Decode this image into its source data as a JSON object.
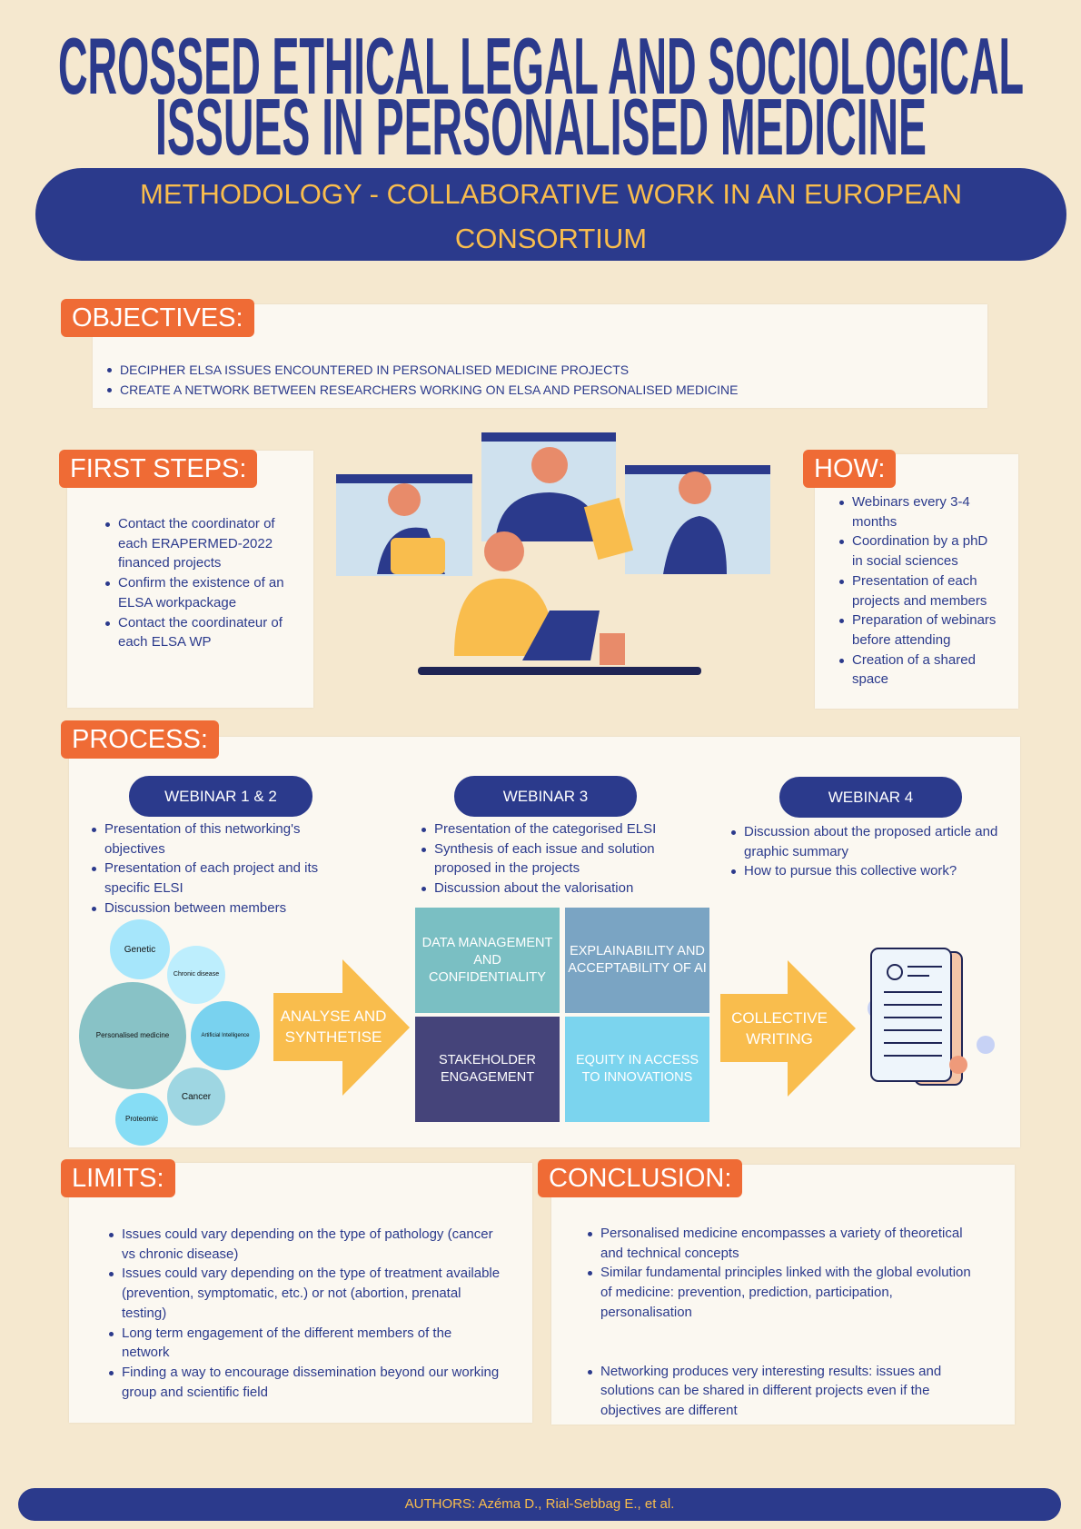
{
  "title": {
    "line1": "CROSSED ETHICAL LEGAL AND SOCIOLOGICAL",
    "line2": "ISSUES IN PERSONALISED MEDICINE"
  },
  "subtitle": {
    "line1": "METHODOLOGY - COLLABORATIVE WORK IN AN EUROPEAN",
    "line2": "CONSORTIUM"
  },
  "objectives": {
    "heading": "OBJECTIVES:",
    "items": [
      "DECIPHER ELSA ISSUES ENCOUNTERED IN PERSONALISED MEDICINE PROJECTS",
      "CREATE A NETWORK BETWEEN RESEARCHERS WORKING ON ELSA AND PERSONALISED MEDICINE"
    ]
  },
  "first_steps": {
    "heading": "FIRST STEPS:",
    "items": [
      "Contact the coordinator of each ERAPERMED-2022 financed projects",
      "Confirm the existence of an ELSA workpackage",
      "Contact the coordinateur of each ELSA WP"
    ]
  },
  "how": {
    "heading": "HOW:",
    "items": [
      "Webinars every 3-4 months",
      "Coordination by a phD in social sciences",
      "Presentation of each projects and members",
      "Preparation of webinars before attending",
      "Creation of a shared space"
    ]
  },
  "process": {
    "heading": "PROCESS:",
    "webinars": [
      {
        "label": "WEBINAR 1 & 2",
        "items": [
          "Presentation of this networking's objectives",
          "Presentation of each project and its specific ELSI",
          "Discussion between members"
        ]
      },
      {
        "label": "WEBINAR 3",
        "items": [
          "Presentation of the categorised ELSI",
          "Synthesis of each issue and solution proposed in the projects",
          "Discussion about the valorisation"
        ]
      },
      {
        "label": "WEBINAR 4",
        "items": [
          "Discussion about the proposed article and graphic summary",
          "How to pursue this collective work?"
        ]
      }
    ],
    "circles": [
      "Genetic",
      "Chronic disease",
      "Personalised medicine",
      "Artificial Intelligence",
      "Cancer",
      "Proteomic"
    ],
    "arrow1": "ANALYSE AND SYNTHETISE",
    "quadrants": [
      "DATA MANAGEMENT AND CONFIDENTIALITY",
      "EXPLAINABILITY AND ACCEPTABILITY OF AI",
      "STAKEHOLDER ENGAGEMENT",
      "EQUITY IN ACCESS TO INNOVATIONS"
    ],
    "arrow2": "COLLECTIVE WRITING"
  },
  "limits": {
    "heading": "LIMITS:",
    "items": [
      "Issues could vary depending on the type of pathology (cancer vs chronic disease)",
      "Issues could vary depending on the type of treatment available (prevention, symptomatic, etc.) or not (abortion, prenatal testing)",
      "Long term engagement of the different members of the network",
      "Finding a way to encourage dissemination beyond our working group and scientific field"
    ]
  },
  "conclusion": {
    "heading": "CONCLUSION:",
    "items": [
      "Personalised medicine encompasses a variety of theoretical and technical concepts",
      "Similar fundamental principles linked with the global evolution of medicine: prevention, prediction, participation, personalisation",
      "Networking produces very interesting results: issues and solutions can be shared in different projects even if the objectives are different"
    ]
  },
  "footer": "AUTHORS: Azéma D., Rial-Sebbag E., et al.",
  "colors": {
    "navy": "#2b3a8c",
    "orange": "#ef6b35",
    "gold": "#f9bd4d",
    "background": "#f5e8cf"
  }
}
